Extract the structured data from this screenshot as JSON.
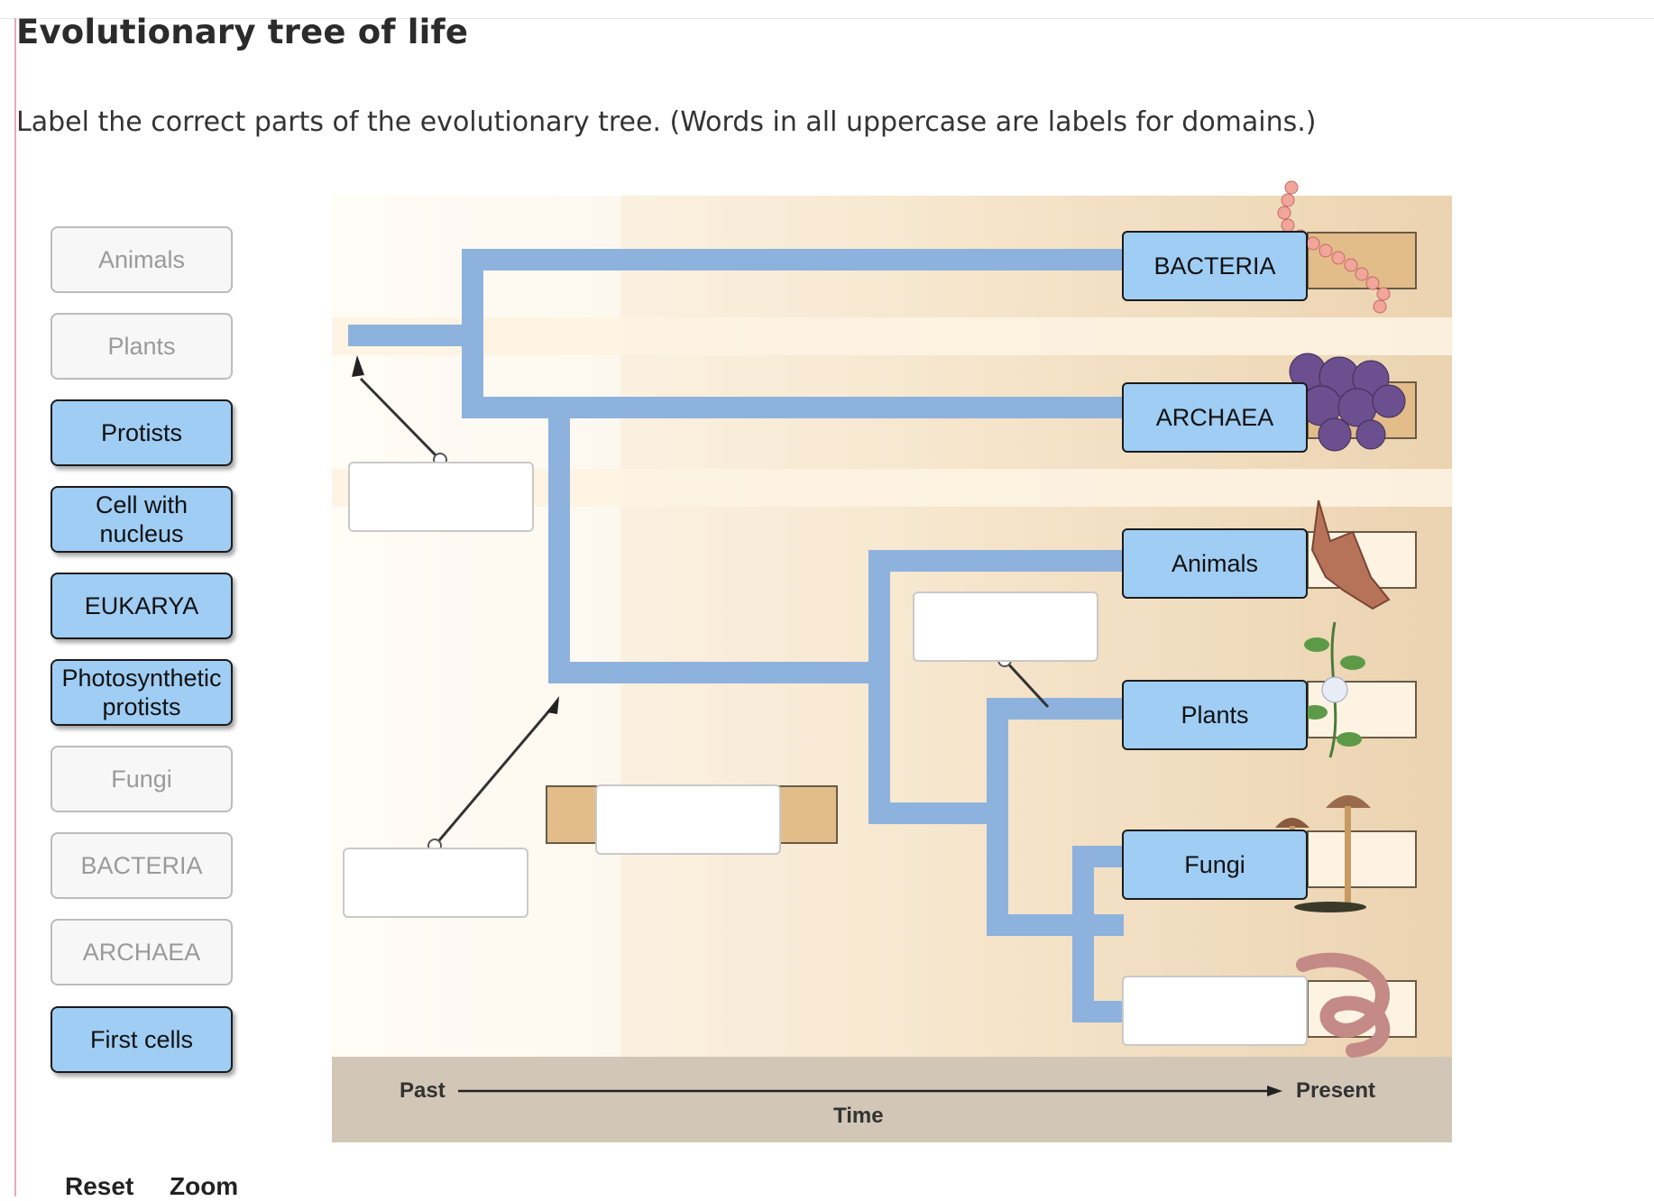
{
  "title": "Evolutionary tree of life",
  "instructions": "Label the correct parts of the evolutionary tree. (Words in all uppercase are labels for domains.)",
  "word_bank": [
    {
      "label": "Animals",
      "state": "used"
    },
    {
      "label": "Plants",
      "state": "used"
    },
    {
      "label": "Protists",
      "state": "available"
    },
    {
      "label": "Cell with\nnucleus",
      "state": "available"
    },
    {
      "label": "EUKARYA",
      "state": "available"
    },
    {
      "label": "Photosynthetic\nprotists",
      "state": "available"
    },
    {
      "label": "Fungi",
      "state": "used"
    },
    {
      "label": "BACTERIA",
      "state": "used"
    },
    {
      "label": "ARCHAEA",
      "state": "used"
    },
    {
      "label": "First cells",
      "state": "available"
    }
  ],
  "placed_labels": {
    "bacteria": "BACTERIA",
    "archaea": "ARCHAEA",
    "animals": "Animals",
    "plants": "Plants",
    "fungi": "Fungi"
  },
  "axis": {
    "past": "Past",
    "present": "Present",
    "time": "Time"
  },
  "bottom_links": {
    "reset": "Reset",
    "zoom": "Zoom"
  },
  "colors": {
    "branch": "#8db2de",
    "background": "#ebd3b0",
    "band": "#fdf3e2",
    "tile_active": "#9fcdf4",
    "axis_bar": "#d2c6b6"
  }
}
